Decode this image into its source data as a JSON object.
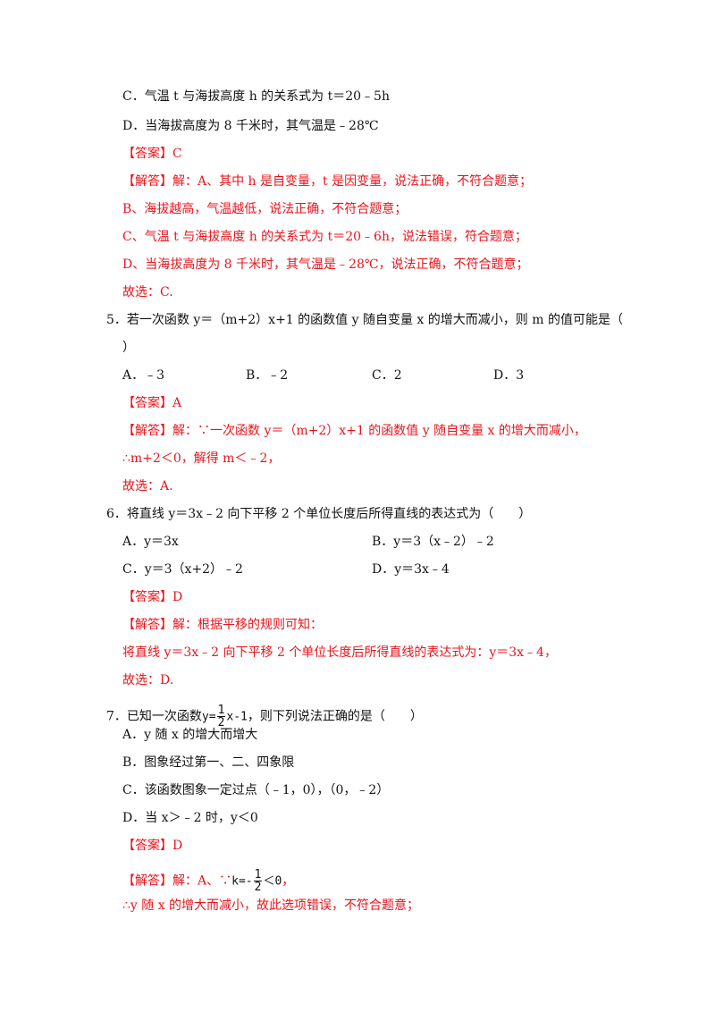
{
  "q4_tail": {
    "option_c": "C．气温 t 与海拔高度 h 的关系式为 t＝20﹣5h",
    "option_d": "D．当海拔高度为 8 千米时，其气温是﹣28℃",
    "answer": "【答案】C",
    "sol_1": "【解答】解：A、其中 h 是自变量，t 是因变量，说法正确，不符合题意；",
    "sol_2": "B、海拔越高，气温越低，说法正确，不符合题意；",
    "sol_3": "C、气温 t 与海拔高度 h 的关系式为 t＝20﹣6h，说法错误，符合题意；",
    "sol_4": "D、当海拔高度为 8 千米时，其气温是﹣28℃，说法正确，不符合题意；",
    "choose": "故选：C."
  },
  "q5": {
    "stem_1": "5．若一次函数 y＝（m+2）x+1 的函数值 y 随自变量 x 的增大而减小，则 m 的值可能是（",
    "stem_2": "）",
    "opt_a": "A．﹣3",
    "opt_b": "B．﹣2",
    "opt_c": "C．2",
    "opt_d": "D．3",
    "answer": "【答案】A",
    "sol_1": "【解答】解：∵一次函数 y＝（m+2）x+1 的函数值 y 随自变量 x 的增大而减小，",
    "sol_2": "∴m+2＜0，解得 m＜﹣2，",
    "choose": "故选：A."
  },
  "q6": {
    "stem": "6．将直线 y＝3x﹣2 向下平移 2 个单位长度后所得直线的表达式为（　　）",
    "opt_a": "A．y＝3x",
    "opt_b": "B．y＝3（x﹣2）﹣2",
    "opt_c": "C．y＝3（x+2）﹣2",
    "opt_d": "D．y＝3x﹣4",
    "answer": "【答案】D",
    "sol_1": "【解答】解：根据平移的规则可知：",
    "sol_2": "将直线 y＝3x﹣2 向下平移 2 个单位长度后所得直线的表达式为：y＝3x﹣4，",
    "choose": "故选：D."
  },
  "q7": {
    "stem_prefix": "7．已知一次函数",
    "eq_y": "y=",
    "eq_num": "1",
    "eq_den": "2",
    "eq_tail": "x-1",
    "stem_suffix": "，则下列说法正确的是（　　）",
    "opt_a": "A．y 随 x 的增大而增大",
    "opt_b": "B．图象经过第一、二、四象限",
    "opt_c": "C．该函数图象一定过点（﹣1，0），（0，﹣2）",
    "opt_d": "D．当 x＞﹣2 时，y＜0",
    "answer": "【答案】D",
    "sol_prefix": "【解答】解：A、∵",
    "k_lhs": "k=-",
    "k_num": "1",
    "k_den": "2",
    "k_rhs": "＜0",
    "sol_suffix": "，",
    "sol_2": "∴y 随 x 的增大而减小，故此选项错误，不符合题意；"
  }
}
